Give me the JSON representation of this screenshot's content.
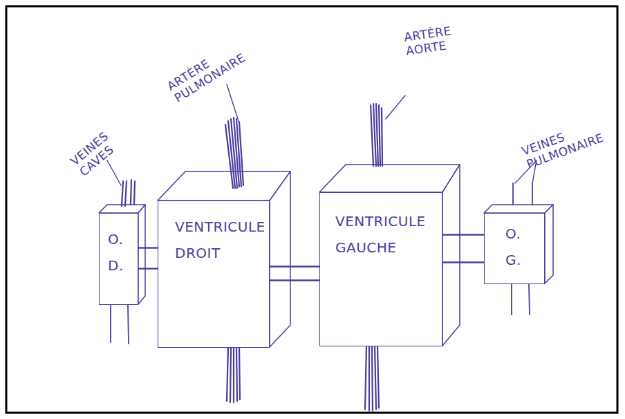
{
  "diagram": {
    "nodes": [
      {
        "text": [
          "O. D."
        ]
      },
      {
        "text": [
          "VENTRICULE DROIT"
        ]
      },
      {
        "text": [
          "VENTRICULE GAUCHE"
        ]
      },
      {
        "text": [
          "O. G."
        ]
      }
    ],
    "edges": [
      {
        "from": 0,
        "to": 1,
        "arrow": "none"
      },
      {
        "from": 0,
        "to": 1,
        "arrow": "none"
      },
      {
        "from": 1,
        "to": 2,
        "arrow": "none"
      },
      {
        "from": 1,
        "to": 2,
        "arrow": "none"
      },
      {
        "from": 2,
        "to": 3,
        "arrow": "none"
      },
      {
        "from": 2,
        "to": 3,
        "arrow": "none"
      }
    ],
    "labels": [
      "ARTÈRE PULMONAIRE",
      "ARTÈRE AORTE",
      "VEINES CAVES",
      "VEINES PULMONAIRE"
    ]
  }
}
